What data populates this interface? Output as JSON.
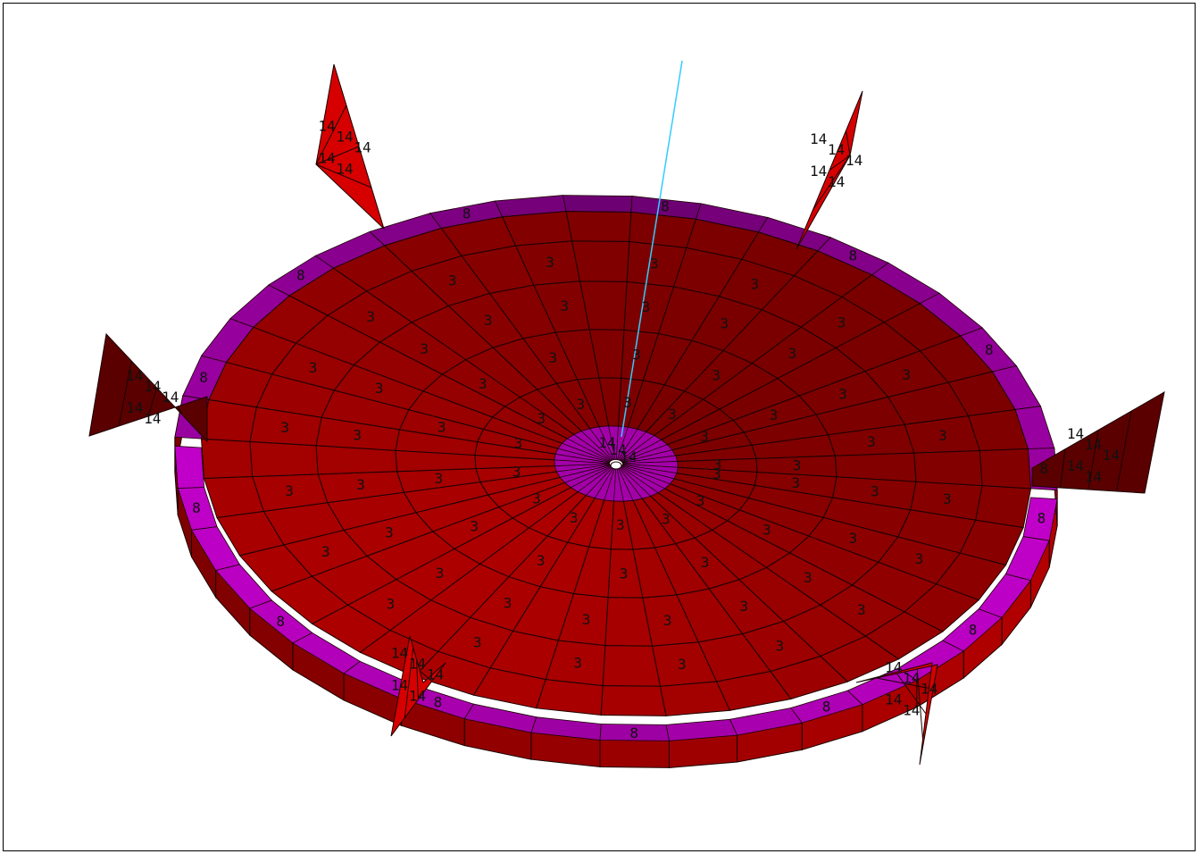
{
  "view": {
    "background": "#ffffff",
    "frame_color": "#000000"
  },
  "materials": {
    "plate": {
      "id": "3",
      "color": "#b30000"
    },
    "ring": {
      "id": "8",
      "color": "#c000c8"
    },
    "gusset": {
      "id": "14",
      "color": "#d60000"
    }
  },
  "colors": {
    "mesh_line": "#1a0000",
    "axis_line": "#33ccff",
    "dark_face": "#5a0000",
    "ring_dark": "#7a0070"
  },
  "gussets": [
    {
      "name": "gusset-top-left",
      "labels": [
        "14",
        "14",
        "14",
        "14",
        "14"
      ]
    },
    {
      "name": "gusset-top-right",
      "labels": [
        "14",
        "14",
        "14",
        "14",
        "14"
      ]
    },
    {
      "name": "gusset-left",
      "labels": [
        "14",
        "14",
        "14",
        "14",
        "14"
      ]
    },
    {
      "name": "gusset-right",
      "labels": [
        "14",
        "14",
        "14",
        "14",
        "14"
      ]
    },
    {
      "name": "gusset-bottom-left",
      "labels": [
        "14",
        "14",
        "14",
        "14",
        "14"
      ]
    },
    {
      "name": "gusset-bottom-right",
      "labels": [
        "14",
        "14",
        "14",
        "14",
        "14"
      ]
    }
  ],
  "center_hub": {
    "labels": [
      "14",
      "14",
      "14"
    ]
  }
}
